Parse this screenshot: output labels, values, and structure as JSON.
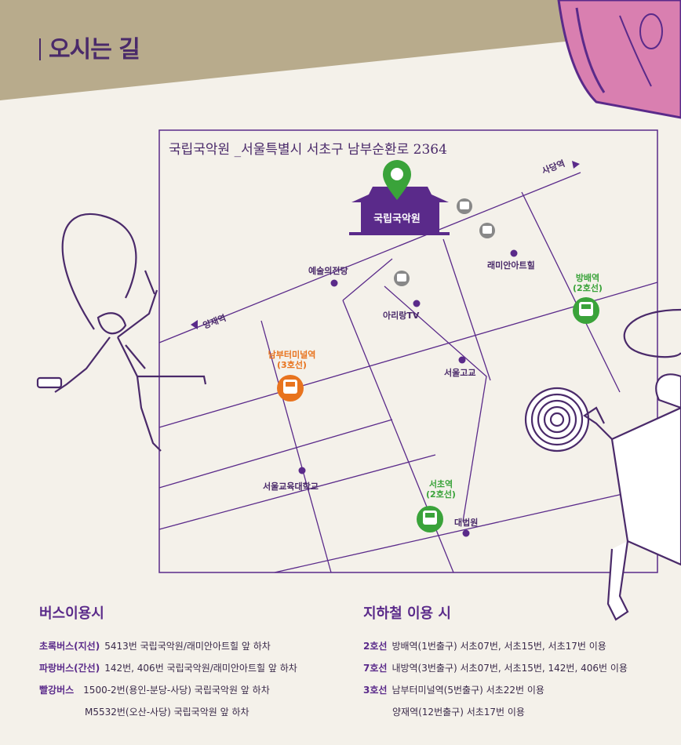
{
  "page_title": "오시는 길",
  "map": {
    "title": "국립국악원 _서울특별시 서초구 남부순환로 2364",
    "landmarks": {
      "gugak_center": "국립국악원",
      "arts_center": "예술의전당",
      "raemian": "래미안아트힐",
      "arirang": "아리랑TV",
      "seoul_high": "서울고교",
      "edu_univ": "서울교육대학교",
      "court": "대법원"
    },
    "directions": {
      "sadang": "사당역",
      "yangjae": "양재역"
    },
    "stations": {
      "nambu": {
        "name": "남부터미널역",
        "line": "(3호선)",
        "color": "#e8731e"
      },
      "bangbae": {
        "name": "방배역",
        "line": "(2호선)",
        "color": "#3aa33a"
      },
      "seocho": {
        "name": "서초역",
        "line": "(2호선)",
        "color": "#3aa33a"
      }
    },
    "colors": {
      "road": "#5a2a8a",
      "pin": "#3aa33a",
      "building": "#5a2a8a"
    }
  },
  "bus": {
    "heading": "버스이용시",
    "rows": [
      {
        "type": "초록버스(지선)",
        "desc": "5413번 국립국악원/래미안아트힐 앞 하차"
      },
      {
        "type": "파랑버스(간선)",
        "desc": "142번, 406번 국립국악원/래미안아트힐 앞 하차"
      },
      {
        "type": "빨강버스",
        "desc": "1500-2번(용인-분당-사당) 국립국악원 앞 하차"
      },
      {
        "type": "",
        "desc": "M5532번(오산-사당) 국립국악원 앞 하차"
      }
    ]
  },
  "subway": {
    "heading": "지하철 이용 시",
    "rows": [
      {
        "type": "2호선",
        "desc": "방배역(1번출구) 서초07번, 서초15번, 서초17번 이용"
      },
      {
        "type": "7호선",
        "desc": "내방역(3번출구) 서초07번, 서초15번, 142번, 406번 이용"
      },
      {
        "type": "3호선",
        "desc": "남부터미널역(5번출구) 서초22번 이용"
      },
      {
        "type": "",
        "desc": "양재역(12번출구) 서초17번 이용"
      }
    ]
  }
}
